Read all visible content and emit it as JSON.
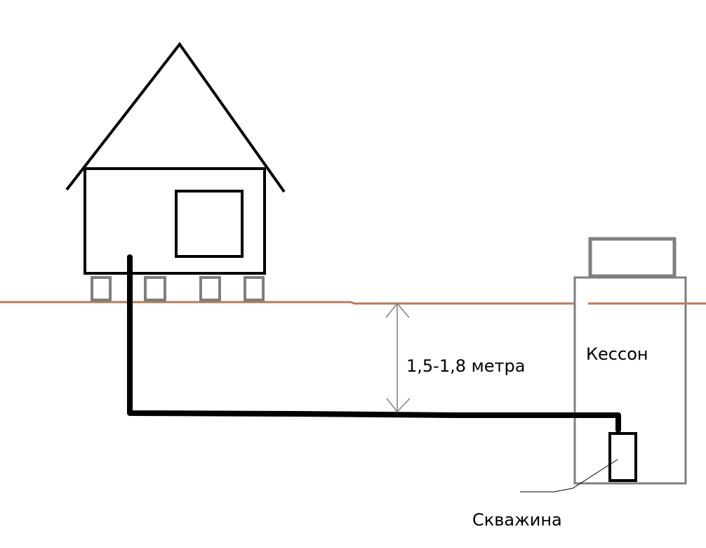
{
  "labels": {
    "depth": "1,5-1,8 метра",
    "caisson": "Кессон",
    "well": "Скважина"
  },
  "colors": {
    "ground": "#b97a57",
    "structure": "#000000",
    "caisson": "#7f7f7f",
    "dimension": "#7f7f7f"
  }
}
